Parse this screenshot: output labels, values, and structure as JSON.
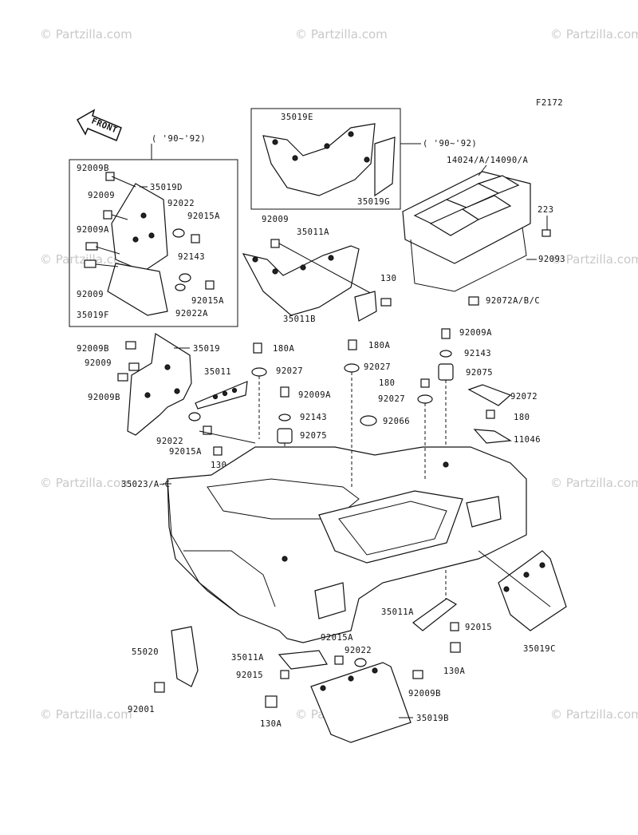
{
  "diagram": {
    "figure_code": "F2172",
    "front_label": "FRONT",
    "watermark": "© Partzilla.com",
    "year_note_left": "( '90~'92)",
    "year_note_right": "( '90~'92)",
    "labels": {
      "p35019E": "35019E",
      "p35019G": "35019G",
      "p14024": "14024/A/14090/A",
      "p223": "223",
      "p92093": "92093",
      "p92072abc": "92072A/B/C",
      "p92009B_a": "92009B",
      "p35019D": "35019D",
      "p92009_a": "92009",
      "p92022_a": "92022",
      "p92015A_a": "92015A",
      "p92009A_a": "92009A",
      "p92143_a": "92143",
      "p92009_b": "92009",
      "p92015A_b": "92015A",
      "p35019F": "35019F",
      "p92022A": "92022A",
      "p92009_c": "92009",
      "p35011A_top": "35011A",
      "p130_a": "130",
      "p35011B": "35011B",
      "p92009B_b": "92009B",
      "p35019": "35019",
      "p180A_a": "180A",
      "p180A_b": "180A",
      "p92009A_b": "92009A",
      "p92009_d": "92009",
      "p35011": "35011",
      "p92027_a": "92027",
      "p92027_b": "92027",
      "p92143_b": "92143",
      "p92009B_c": "92009B",
      "p92009A_c": "92009A",
      "p180_a": "180",
      "p92075_a": "92075",
      "p92143_c": "92143",
      "p92027_c": "92027",
      "p92072": "92072",
      "p92066": "92066",
      "p180_b": "180",
      "p92022_b": "92022",
      "p92075_b": "92075",
      "p11046": "11046",
      "p92015A_c": "92015A",
      "p130_b": "130",
      "p35023": "35023/A~C",
      "p35011A_r": "35011A",
      "p92015_r": "92015",
      "p35019C": "35019C",
      "p55020": "55020",
      "p92015A_d": "92015A",
      "p35011A_b": "35011A",
      "p92022_c": "92022",
      "p130A_r": "130A",
      "p92015_b": "92015",
      "p92009B_d": "92009B",
      "p92001": "92001",
      "p130A_b": "130A",
      "p35019B": "35019B"
    }
  }
}
